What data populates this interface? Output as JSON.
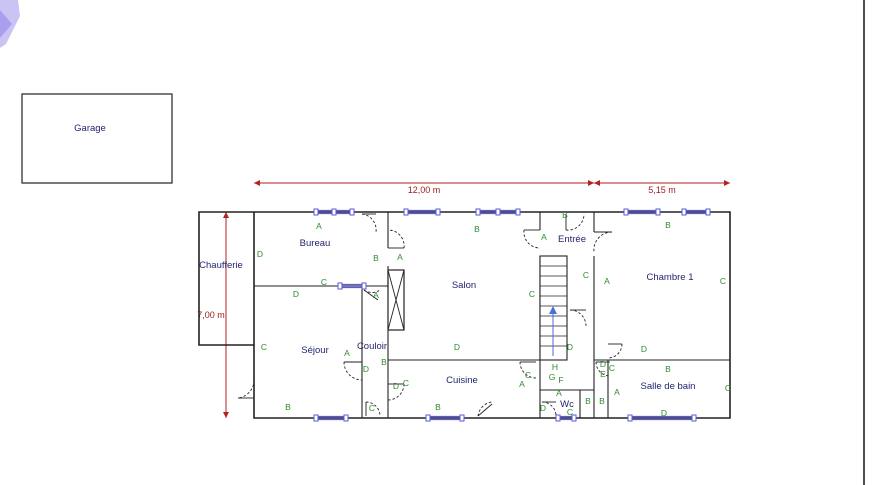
{
  "garage": {
    "label": "Garage"
  },
  "dimensions": {
    "width_main": "12,00 m",
    "width_right": "5,15 m",
    "depth": "7,00 m"
  },
  "rooms": {
    "chaufferie": "Chaufferie",
    "bureau": "Bureau",
    "salon": "Salon",
    "entree": "Entrée",
    "chambre1": "Chambre 1",
    "sejour": "Séjour",
    "couloir": "Couloir",
    "cuisine": "Cuisine",
    "sdb": "Salle de bain",
    "wc": "Wc"
  },
  "walls": {
    "a": "A",
    "b": "B",
    "c": "C",
    "d": "D",
    "e": "E",
    "f": "F",
    "g": "G",
    "h": "H"
  },
  "colors": {
    "room_text": "#1f1f6e",
    "wall_letter": "#2e8b2e",
    "dimension": "#b22222",
    "window": "#5a5ad8"
  }
}
